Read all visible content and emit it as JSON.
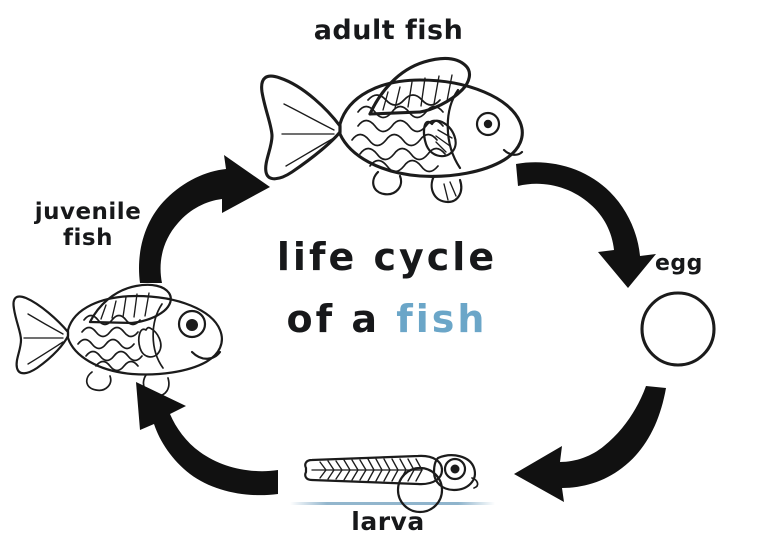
{
  "diagram": {
    "title_line1": "life cycle",
    "title_line2_prefix": "of a ",
    "title_line2_accent": "fish",
    "accent_color": "#6ba6c8",
    "ink_color": "#1b1b1b",
    "background_color": "#ffffff",
    "waterline_color": "#8fb4cc",
    "stages": [
      {
        "id": "adult-fish",
        "label": "adult fish",
        "position": "top"
      },
      {
        "id": "egg",
        "label": "egg",
        "position": "right"
      },
      {
        "id": "larva",
        "label": "larva",
        "position": "bottom"
      },
      {
        "id": "juvenile-fish",
        "label_line1": "juvenile",
        "label_line2": "fish",
        "position": "left"
      }
    ],
    "arrows": [
      {
        "id": "arrow-adult-to-egg",
        "from": "adult fish",
        "to": "egg",
        "direction": "clockwise-top-right"
      },
      {
        "id": "arrow-egg-to-larva",
        "from": "egg",
        "to": "larva",
        "direction": "clockwise-bottom-right"
      },
      {
        "id": "arrow-larva-to-juvenile",
        "from": "larva",
        "to": "juvenile fish",
        "direction": "clockwise-bottom-left"
      },
      {
        "id": "arrow-juvenile-to-adult",
        "from": "juvenile fish",
        "to": "adult fish",
        "direction": "clockwise-top-left"
      }
    ]
  }
}
